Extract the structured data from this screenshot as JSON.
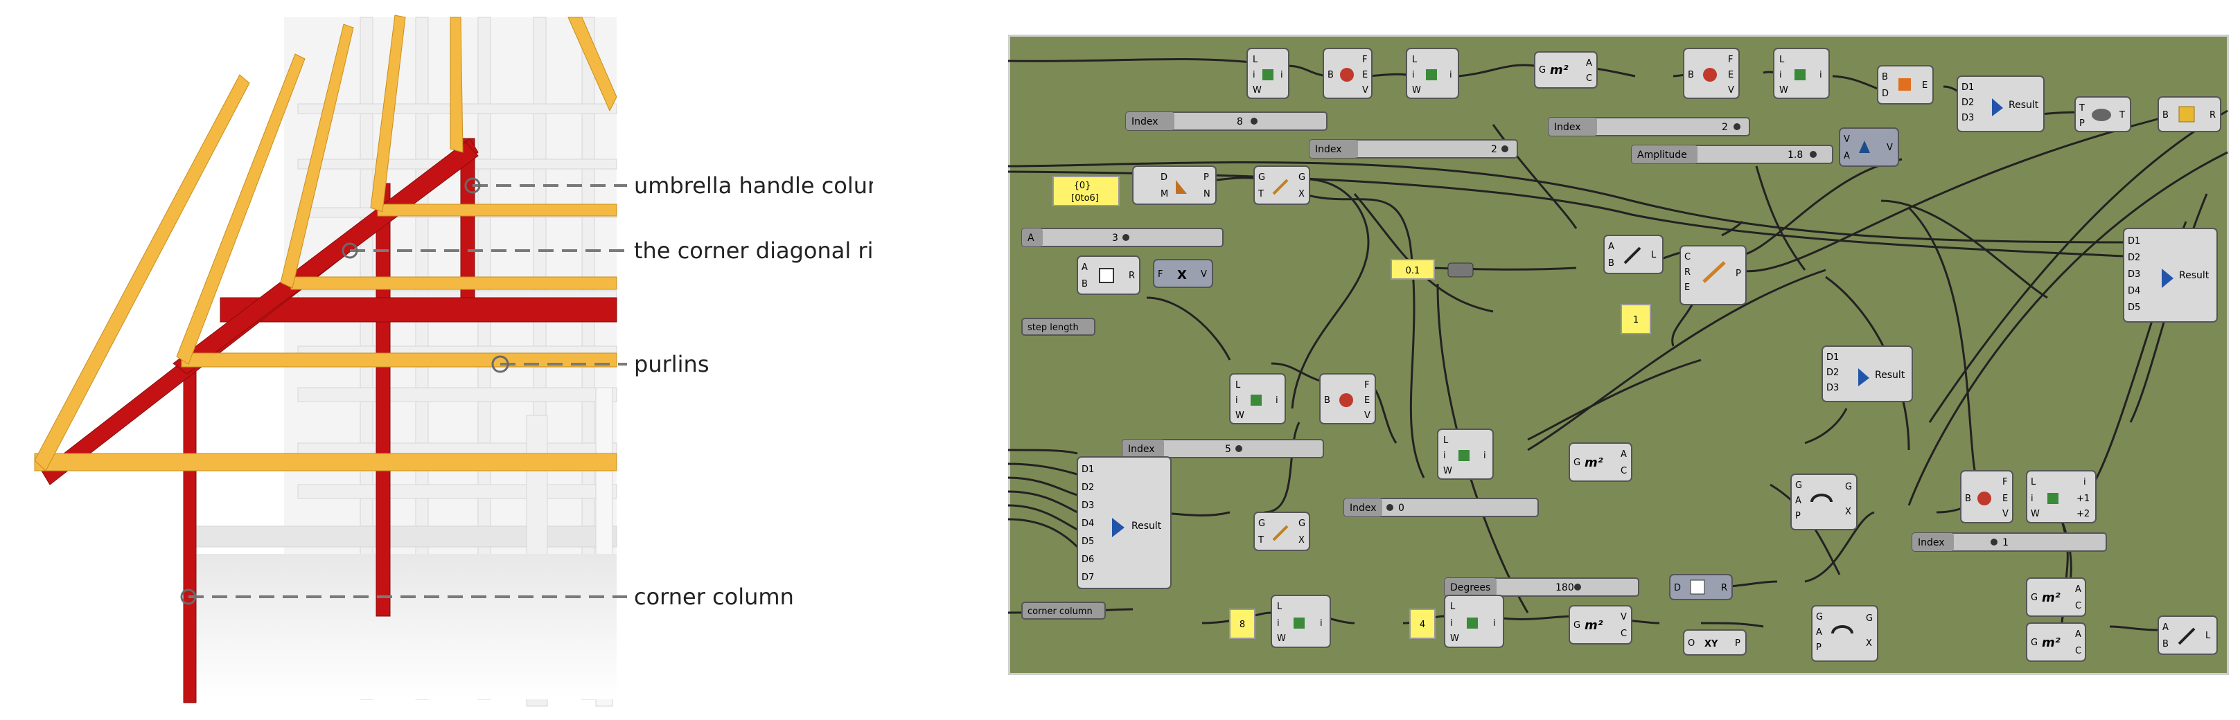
{
  "diagram": {
    "labels": {
      "umbrella": "umbrella handle column",
      "ridge": "the corner diagonal ridge",
      "purlins": "purlins",
      "corner": "corner column"
    }
  },
  "gh": {
    "sliders": [
      {
        "id": "s1",
        "name": "Index",
        "value": "8"
      },
      {
        "id": "s2",
        "name": "Index",
        "value": "2"
      },
      {
        "id": "s3",
        "name": "Index",
        "value": "2"
      },
      {
        "id": "s4",
        "name": "Amplitude",
        "value": "1.8"
      },
      {
        "id": "s5",
        "name": "A",
        "value": "3"
      },
      {
        "id": "s6",
        "name": "Index",
        "value": "5"
      },
      {
        "id": "s7",
        "name": "Index",
        "value": "0"
      },
      {
        "id": "s8",
        "name": "Index",
        "value": "1"
      },
      {
        "id": "s9",
        "name": "Degrees",
        "value": "180"
      }
    ],
    "params": {
      "step_length": "step length",
      "corner_column": "corner column"
    },
    "panels": {
      "p1a": "{0}",
      "p1b": "[0to6]",
      "p2": "0.1",
      "p3": "1",
      "p4": "8",
      "p5": "4"
    },
    "ports": {
      "L": "L",
      "i": "i",
      "W": "W",
      "B": "B",
      "F": "F",
      "E": "E",
      "V": "V",
      "G": "G",
      "A": "A",
      "C": "C",
      "D": "D",
      "T": "T",
      "X": "X",
      "M": "M",
      "P": "P",
      "N": "N",
      "R": "R",
      "O": "O",
      "D1": "D1",
      "D2": "D2",
      "D3": "D3",
      "D4": "D4",
      "D5": "D5",
      "D6": "D6",
      "D7": "D7",
      "plus1": "+1",
      "plus2": "+2",
      "Result": "Result",
      "m2": "m²",
      "XY": "XY"
    }
  }
}
